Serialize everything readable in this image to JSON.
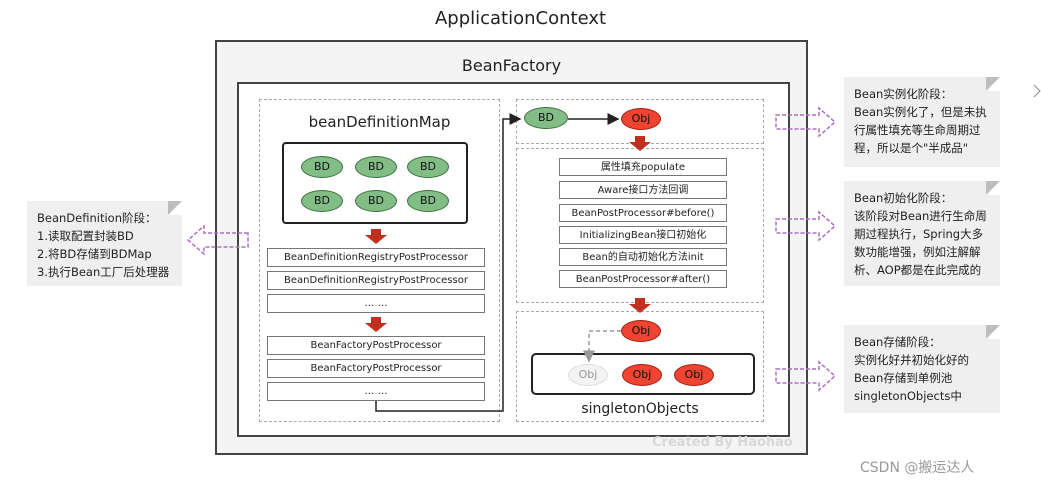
{
  "application_context": {
    "title": "ApplicationContext"
  },
  "bean_factory": {
    "title": "BeanFactory"
  },
  "definition_map": {
    "title": "beanDefinitionMap",
    "bd_items": [
      "BD",
      "BD",
      "BD",
      "BD",
      "BD",
      "BD"
    ],
    "registry_processors": [
      "BeanDefinitionRegistryPostProcessor",
      "BeanDefinitionRegistryPostProcessor",
      "… …"
    ],
    "factory_processors": [
      "BeanFactoryPostProcessor",
      "BeanFactoryPostProcessor",
      "… …"
    ]
  },
  "instantiate": {
    "bd_label": "BD",
    "obj_label": "Obj"
  },
  "init_steps": [
    "属性填充populate",
    "Aware接口方法回调",
    "BeanPostProcessor#before()",
    "InitializingBean接口初始化",
    "Bean的自动初始化方法init",
    "BeanPostProcessor#after()"
  ],
  "singleton": {
    "title": "singletonObjects",
    "incoming_obj": "Obj",
    "pool_objs": [
      "Obj",
      "Obj",
      "Obj"
    ]
  },
  "notes": {
    "left": "BeanDefinition阶段：\n1.读取配置封装BD\n2.将BD存储到BDMap\n3.执行Bean工厂后处理器",
    "instantiation": "Bean实例化阶段：\nBean实例化了，但是未执\n行属性填充等生命周期过\n程，所以是个\"半成品\"",
    "initialization": "Bean初始化阶段：\n该阶段对Bean进行生命周\n期过程执行，Spring大多\n数功能增强，例如注解解\n析、AOP都是在此完成的",
    "storage": "Bean存储阶段：\n实例化好并初始化好的\nBean存储到单例池\nsingletonObjects中"
  },
  "watermarks": {
    "created_by": "Created By Haohao",
    "csdn": "CSDN @搬运达人"
  },
  "colors": {
    "bd_fill": "#82bd86",
    "obj_fill": "#ee4431",
    "arrow_red": "#c0301f",
    "arrow_purple": "#b06dc4"
  }
}
